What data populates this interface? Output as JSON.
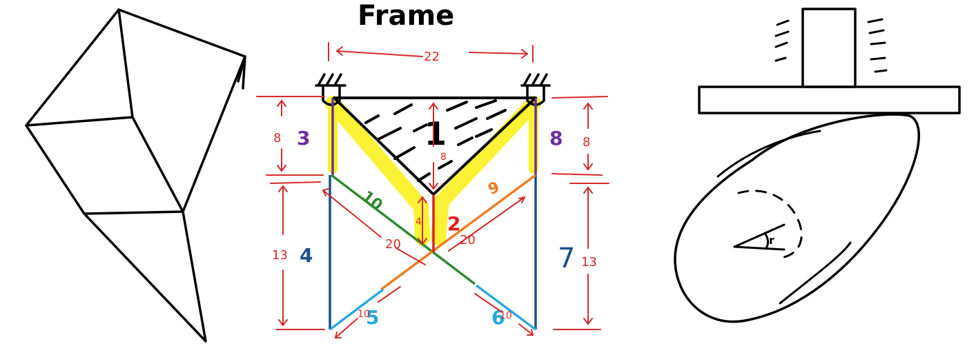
{
  "frame": {
    "title": "Frame",
    "dimensions": {
      "top_span": "22",
      "left_upper": "8",
      "left_lower": "13",
      "right_upper": "8",
      "right_lower": "13",
      "center_upper": "8",
      "center_lower": "4",
      "diag_left": "20",
      "diag_right": "20",
      "bottom_left": "10",
      "bottom_right": "10"
    },
    "members": {
      "m1": "1",
      "m2": "2",
      "m3": "3",
      "m4": "4",
      "m5": "5",
      "m6": "6",
      "m7": "7",
      "m8": "8",
      "m9": "9",
      "m10": "10"
    },
    "colors": {
      "black": "#000000",
      "red_dim": "#d42a2a",
      "purple": "#6a2fa0",
      "navy": "#1e4f8c",
      "green": "#2f8a2f",
      "orange": "#f07a1e",
      "cyan": "#29a8e0",
      "red_member": "#e01e1e",
      "yellow": "#fbf12a"
    }
  },
  "roller": {
    "angle_label": "r"
  }
}
